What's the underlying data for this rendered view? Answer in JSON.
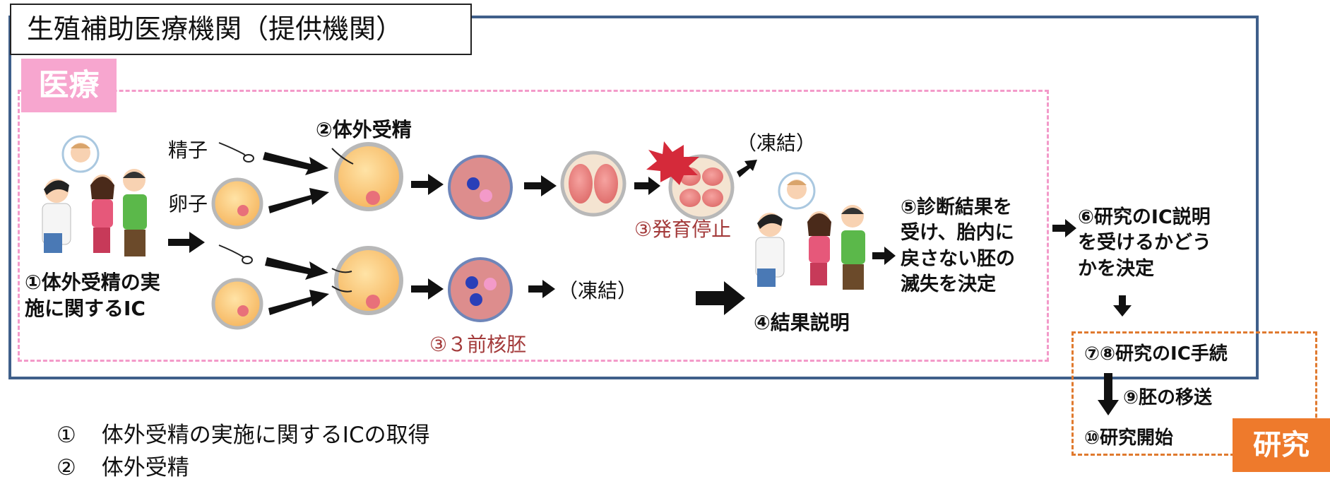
{
  "institution_title": "生殖補助医療機関（提供機関）",
  "medical_tag": "医療",
  "research_tag": "研究",
  "labels": {
    "sperm": "精子",
    "egg": "卵子",
    "ivf": "②体外受精",
    "frozen": "（凍結）",
    "arrest": "③発育停止",
    "pronuclear": "③３前核胚",
    "ic_line1": "①体外受精の実",
    "ic_line2": "施に関するIC",
    "result": "④結果説明",
    "decision": [
      "⑤診断結果を",
      "受け、胎内に",
      "戻さない胚の",
      "滅失を決定"
    ],
    "research_decision": [
      "⑥研究のIC説明",
      "を受けるかどう",
      "かを決定"
    ],
    "research_ic": "⑦⑧研究のIC手続",
    "transfer": "⑨胚の移送",
    "start": "⑩研究開始"
  },
  "footer_list": [
    {
      "num": "①",
      "text": "体外受精の実施に関するICの取得"
    },
    {
      "num": "②",
      "text": "体外受精"
    }
  ],
  "colors": {
    "frame": "#3f5f8a",
    "medical": "#f39ac9",
    "research": "#ee7a2c",
    "step_red": "#a33a3a"
  }
}
